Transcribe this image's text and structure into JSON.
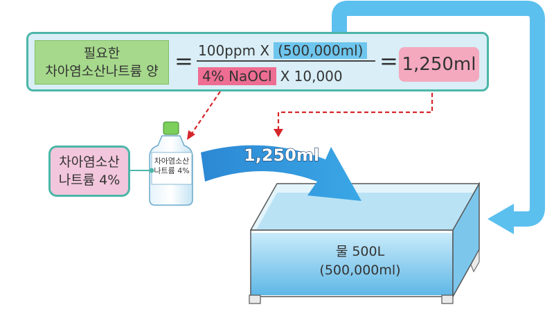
{
  "formula": {
    "lhs_line1": "필요한",
    "lhs_line2": "차아염소산나트륨 양",
    "equals1": "=",
    "numerator_text": "100ppm X",
    "numerator_highlight": "(500,000ml)",
    "denominator_highlight": "4% NaOCl",
    "denominator_text": "X 10,000",
    "equals2": "=",
    "result": "1,250ml"
  },
  "concentration_label": {
    "line1": "차아염소산",
    "line2": "나트륨 4%"
  },
  "bottle_label": {
    "line1": "차아염소산",
    "line2": "나트륨 4%"
  },
  "flow_label": "1,250ml",
  "tank_label": {
    "line1": "물 500L",
    "line2": "(500,000ml)"
  },
  "colors": {
    "formula_bg": "#d9eef6",
    "formula_border": "#4bb6a8",
    "lhs_bg": "#a6d98c",
    "numerator_highlight": "#6ec6ee",
    "denominator_highlight": "#ee6d92",
    "result_bg": "#f4a9bf",
    "arrow_blue": "#5bc0ee",
    "flow_arrow": "#2a8fd6",
    "dashed_arrow": "#d6262b",
    "water": "#9dd6f2"
  }
}
